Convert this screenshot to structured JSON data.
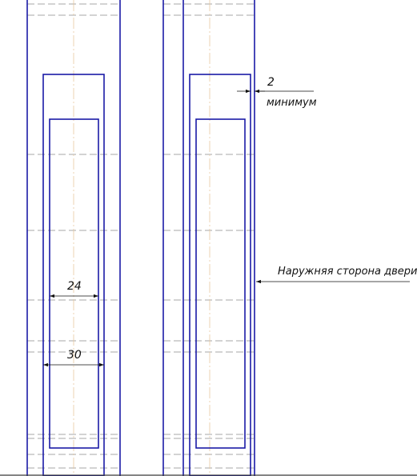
{
  "annotations": {
    "clearance_value": "2",
    "clearance_caption": "минимум",
    "outer_side_label": "Наружняя сторона двери",
    "dim_inner_width": "24",
    "dim_outer_width": "30"
  },
  "colors": {
    "outline": "#1a1aa6",
    "dimension": "#111111",
    "hidden_line": "#8a8a8a",
    "center_line": "#e8c9a0"
  }
}
